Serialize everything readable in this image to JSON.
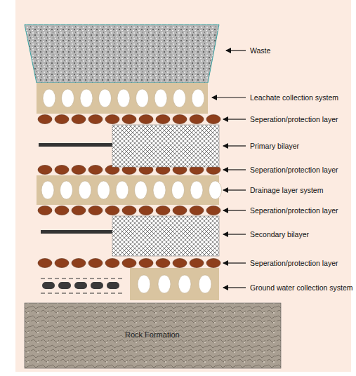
{
  "diagram": {
    "labels": [
      "Waste",
      "Leachate collection system",
      "Seperation/protection layer",
      "Primary bilayer",
      "Seperation/protection layer",
      "Drainage layer system",
      "Seperation/protection layer",
      "Secondary bilayer",
      "Seperation/protection layer",
      "Ground water collection system",
      "Rock Formation"
    ]
  }
}
